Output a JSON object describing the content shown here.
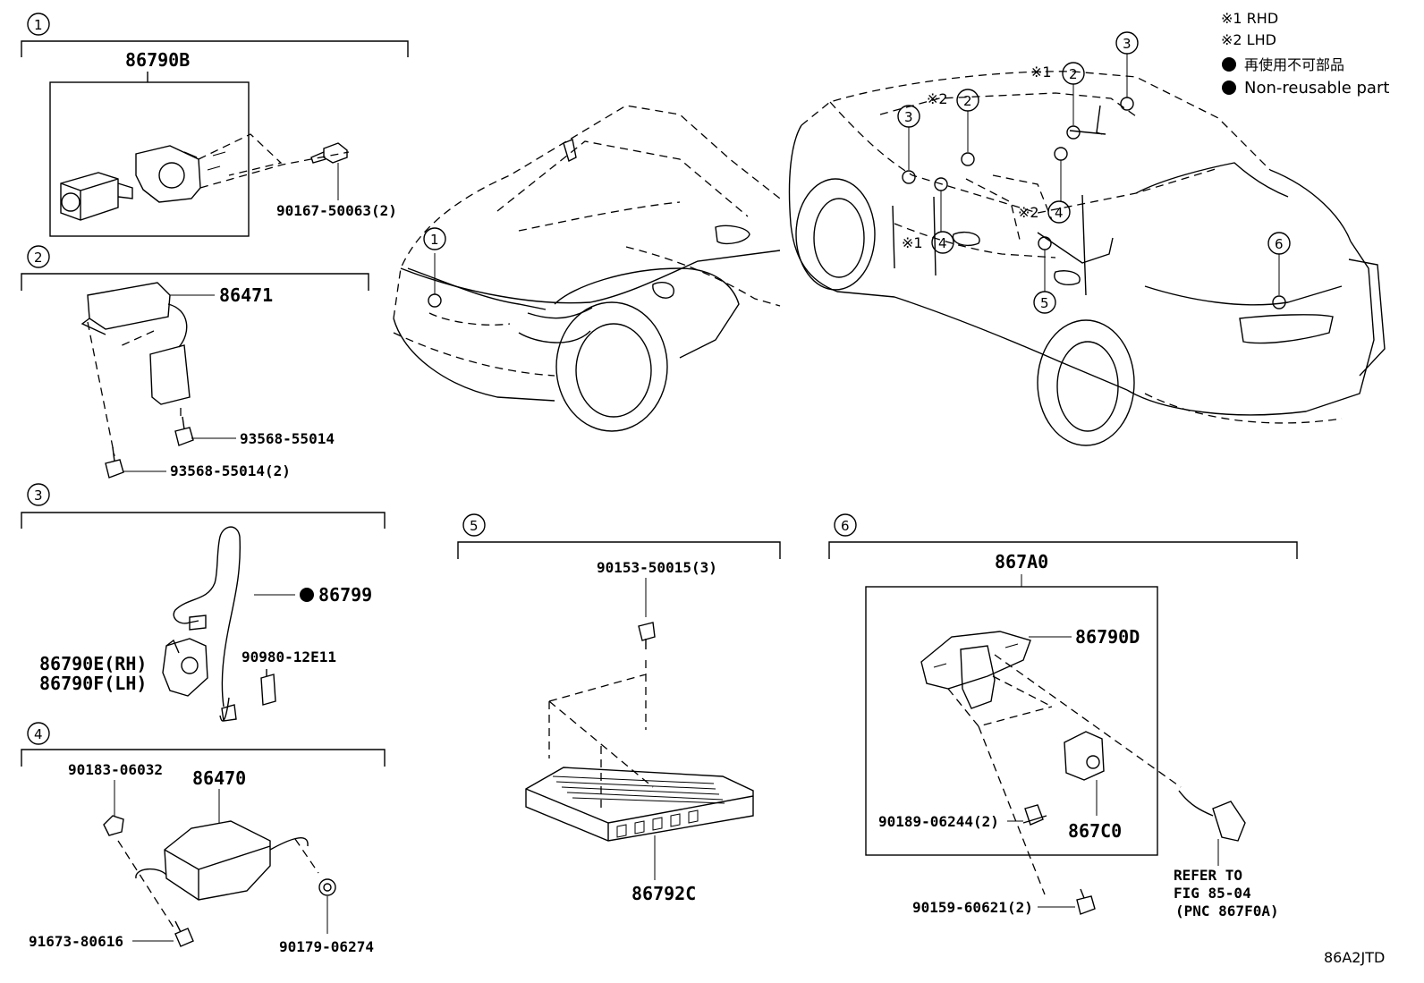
{
  "legend": {
    "rhd": "※1 RHD",
    "lhd": "※2 LHD",
    "non_reusable_jp": "再使用不可部品",
    "non_reusable_en": "Non-reusable part"
  },
  "sections": {
    "s1": {
      "num": "1",
      "part_main": "86790B",
      "screw": "90167-50063(2)"
    },
    "s2": {
      "num": "2",
      "part_main": "86471",
      "screw_a": "93568-55014",
      "screw_b": "93568-55014(2)"
    },
    "s3": {
      "num": "3",
      "harness": "86799",
      "camera_rh": "86790E(RH)",
      "camera_lh": "86790F(LH)",
      "connector": "90980-12E11"
    },
    "s4": {
      "num": "4",
      "clip": "90183-06032",
      "unit": "86470",
      "bolt": "91673-80616",
      "nut": "90179-06274"
    },
    "s5": {
      "num": "5",
      "screw": "90153-50015(3)",
      "ecu": "86792C"
    },
    "s6": {
      "num": "6",
      "assy": "867A0",
      "bracket": "86790D",
      "camera": "867C0",
      "clip": "90189-06244(2)",
      "screw": "90159-60621(2)",
      "refer1": "REFER TO",
      "refer2": "FIG 85-04",
      "refer3": "(PNC 867F0A)"
    }
  },
  "car_callouts": {
    "front_1": "1",
    "rear_2a": "2",
    "rear_2b": "2",
    "rear_3a": "3",
    "rear_3b": "3",
    "rear_4a": "4",
    "rear_4b": "4",
    "rear_5": "5",
    "rear_6": "6",
    "mark_rhd_top": "※1",
    "mark_lhd_mid": "※2",
    "mark_lhd_4": "※2",
    "mark_rhd_4": "※1"
  },
  "footer": {
    "code": "86A2JTD"
  }
}
